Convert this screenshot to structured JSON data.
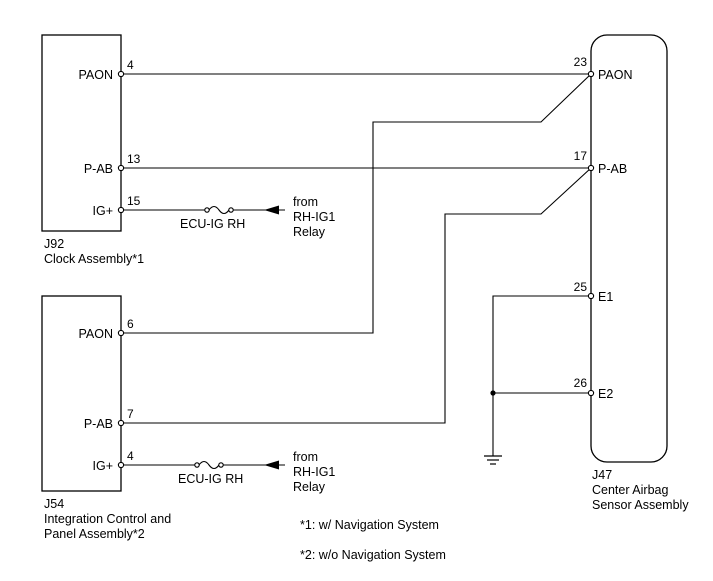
{
  "components": {
    "j92": {
      "ref": "J92",
      "name": "Clock Assembly*1",
      "pins": [
        {
          "label": "PAON",
          "number": "4"
        },
        {
          "label": "P-AB",
          "number": "13"
        },
        {
          "label": "IG+",
          "number": "15"
        }
      ]
    },
    "j54": {
      "ref": "J54",
      "name_line1": "Integration Control and",
      "name_line2": "Panel Assembly*2",
      "pins": [
        {
          "label": "PAON",
          "number": "6"
        },
        {
          "label": "P-AB",
          "number": "7"
        },
        {
          "label": "IG+",
          "number": "4"
        }
      ]
    },
    "j47": {
      "ref": "J47",
      "name_line1": "Center Airbag",
      "name_line2": "Sensor Assembly",
      "pins": [
        {
          "label": "PAON",
          "number": "23"
        },
        {
          "label": "P-AB",
          "number": "17"
        },
        {
          "label": "E1",
          "number": "25"
        },
        {
          "label": "E2",
          "number": "26"
        }
      ]
    }
  },
  "fuses": [
    {
      "label": "ECU-IG RH",
      "source_line1": "from",
      "source_line2": "RH-IG1",
      "source_line3": "Relay"
    },
    {
      "label": "ECU-IG RH",
      "source_line1": "from",
      "source_line2": "RH-IG1",
      "source_line3": "Relay"
    }
  ],
  "notes": [
    "*1: w/ Navigation System",
    "*2: w/o Navigation System"
  ]
}
